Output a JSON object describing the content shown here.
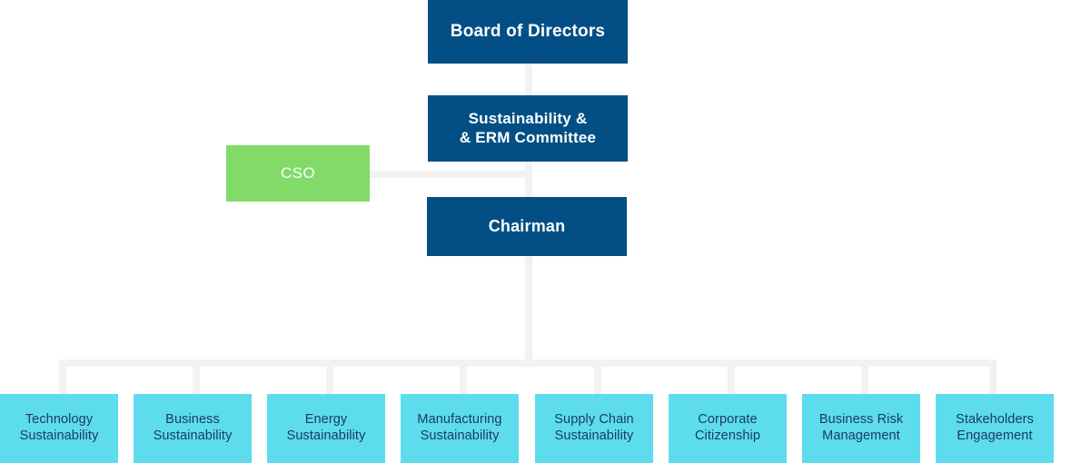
{
  "chart_data": {
    "type": "diagram",
    "title": "Sustainability Governance Organizational Chart",
    "layout": "top-down hierarchy with one side node and eight leaf nodes",
    "colors": {
      "primary_dark_blue": "#034f85",
      "accent_green": "#82db69",
      "leaf_light_blue": "#5ddcee",
      "leaf_text_navy": "#1a3a5c",
      "connector_gray": "#f2f2f2",
      "background": "#ffffff",
      "node_text_white": "#ffffff"
    },
    "nodes": [
      {
        "id": "board",
        "label": "Board of Directors",
        "level": 0,
        "color": "#034f85"
      },
      {
        "id": "committee",
        "label": "Sustainability &\n& ERM Committee",
        "level": 1,
        "color": "#034f85"
      },
      {
        "id": "cso",
        "label": "CSO",
        "level": 2,
        "color": "#82db69"
      },
      {
        "id": "chairman",
        "label": "Chairman",
        "level": 2,
        "color": "#034f85"
      },
      {
        "id": "technology-sustainability",
        "label": "Technology\nSustainability",
        "level": 3,
        "color": "#5ddcee"
      },
      {
        "id": "business-sustainability",
        "label": "Business\nSustainability",
        "level": 3,
        "color": "#5ddcee"
      },
      {
        "id": "energy-sustainability",
        "label": "Energy\nSustainability",
        "level": 3,
        "color": "#5ddcee"
      },
      {
        "id": "manufacturing-sustainability",
        "label": "Manufacturing\nSustainability",
        "level": 3,
        "color": "#5ddcee"
      },
      {
        "id": "supply-chain-sustainability",
        "label": "Supply Chain\nSustainability",
        "level": 3,
        "color": "#5ddcee"
      },
      {
        "id": "corporate-citizenship",
        "label": "Corporate\nCitizenship",
        "level": 3,
        "color": "#5ddcee"
      },
      {
        "id": "business-risk-management",
        "label": "Business Risk\nManagement",
        "level": 3,
        "color": "#5ddcee"
      },
      {
        "id": "stakeholders-engagement",
        "label": "Stakeholders\nEngagement",
        "level": 3,
        "color": "#5ddcee"
      }
    ],
    "edges": [
      {
        "from": "board",
        "to": "committee",
        "style": "vertical"
      },
      {
        "from": "committee",
        "to": "chairman",
        "style": "vertical"
      },
      {
        "from": "cso",
        "to": "chairman",
        "style": "horizontal"
      },
      {
        "from": "chairman",
        "to": "technology-sustainability",
        "style": "bus"
      },
      {
        "from": "chairman",
        "to": "business-sustainability",
        "style": "bus"
      },
      {
        "from": "chairman",
        "to": "energy-sustainability",
        "style": "bus"
      },
      {
        "from": "chairman",
        "to": "manufacturing-sustainability",
        "style": "bus"
      },
      {
        "from": "chairman",
        "to": "supply-chain-sustainability",
        "style": "bus"
      },
      {
        "from": "chairman",
        "to": "corporate-citizenship",
        "style": "bus"
      },
      {
        "from": "chairman",
        "to": "business-risk-management",
        "style": "bus"
      },
      {
        "from": "chairman",
        "to": "stakeholders-engagement",
        "style": "bus"
      }
    ]
  },
  "hierarchy": {
    "board": {
      "label": "Board of Directors"
    },
    "committee": {
      "label": "Sustainability &\n& ERM Committee"
    },
    "cso": {
      "label": "CSO"
    },
    "chairman": {
      "label": "Chairman"
    },
    "leaves": [
      {
        "label": "Technology\nSustainability"
      },
      {
        "label": "Business\nSustainability"
      },
      {
        "label": "Energy\nSustainability"
      },
      {
        "label": "Manufacturing\nSustainability"
      },
      {
        "label": "Supply Chain\nSustainability"
      },
      {
        "label": "Corporate\nCitizenship"
      },
      {
        "label": "Business Risk\nManagement"
      },
      {
        "label": "Stakeholders\nEngagement"
      }
    ]
  }
}
